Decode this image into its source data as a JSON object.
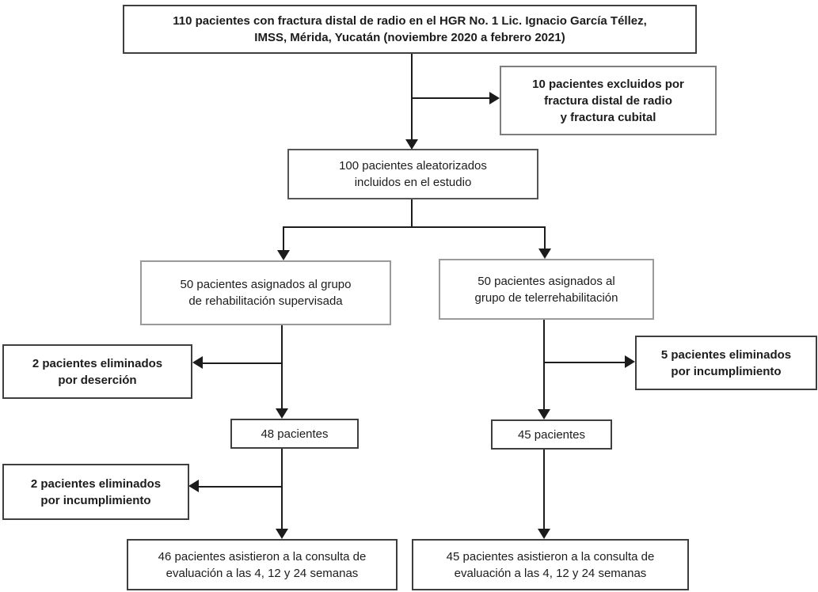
{
  "figure": {
    "type": "flowchart",
    "language": "es",
    "description": "Diagrama de flujo de pacientes del estudio (estilo CONSORT)"
  },
  "colors": {
    "background": "#ffffff",
    "line": "#1c1c1c",
    "text": "#1c1c1c",
    "box_border_dark": "#3f3f3f",
    "box_border_gray": "#9a9a9a"
  },
  "nodes": {
    "enrolled": {
      "bold": true,
      "text": [
        "110 pacientes con fractura distal de radio en el HGR No. 1 Lic. Ignacio García Téllez,",
        "IMSS, Mérida, Yucatán (noviembre 2020 a febrero 2021)"
      ]
    },
    "excluded": {
      "bold": true,
      "text": [
        "10 pacientes excluidos por",
        "fractura distal de radio",
        "y fractura cubital"
      ]
    },
    "randomized": {
      "bold": false,
      "text": [
        "100 pacientes aleatorizados",
        "incluidos en el estudio"
      ]
    },
    "group_supervised": {
      "bold": false,
      "text": [
        "50 pacientes asignados al grupo",
        "de rehabilitación supervisada"
      ]
    },
    "group_tele": {
      "bold": false,
      "text": [
        "50 pacientes asignados al",
        "grupo de telerrehabilitación"
      ]
    },
    "eliminated_desertion": {
      "bold": true,
      "text": [
        "2 pacientes eliminados",
        "por deserción"
      ]
    },
    "eliminated_tele_noncompliance": {
      "bold": true,
      "text": [
        "5 pacientes eliminados",
        "por incumplimiento"
      ]
    },
    "patients_48": {
      "bold": false,
      "text": [
        "48 pacientes"
      ]
    },
    "patients_45": {
      "bold": false,
      "text": [
        "45 pacientes"
      ]
    },
    "eliminated_noncompliance": {
      "bold": true,
      "text": [
        "2 pacientes eliminados",
        "por incumplimiento"
      ]
    },
    "final_supervised": {
      "bold": false,
      "text": [
        "46 pacientes asistieron a la consulta de",
        "evaluación a las 4, 12 y 24 semanas"
      ]
    },
    "final_tele": {
      "bold": false,
      "text": [
        "45 pacientes asistieron a la consulta de",
        "evaluación a las 4, 12 y 24 semanas"
      ]
    }
  }
}
